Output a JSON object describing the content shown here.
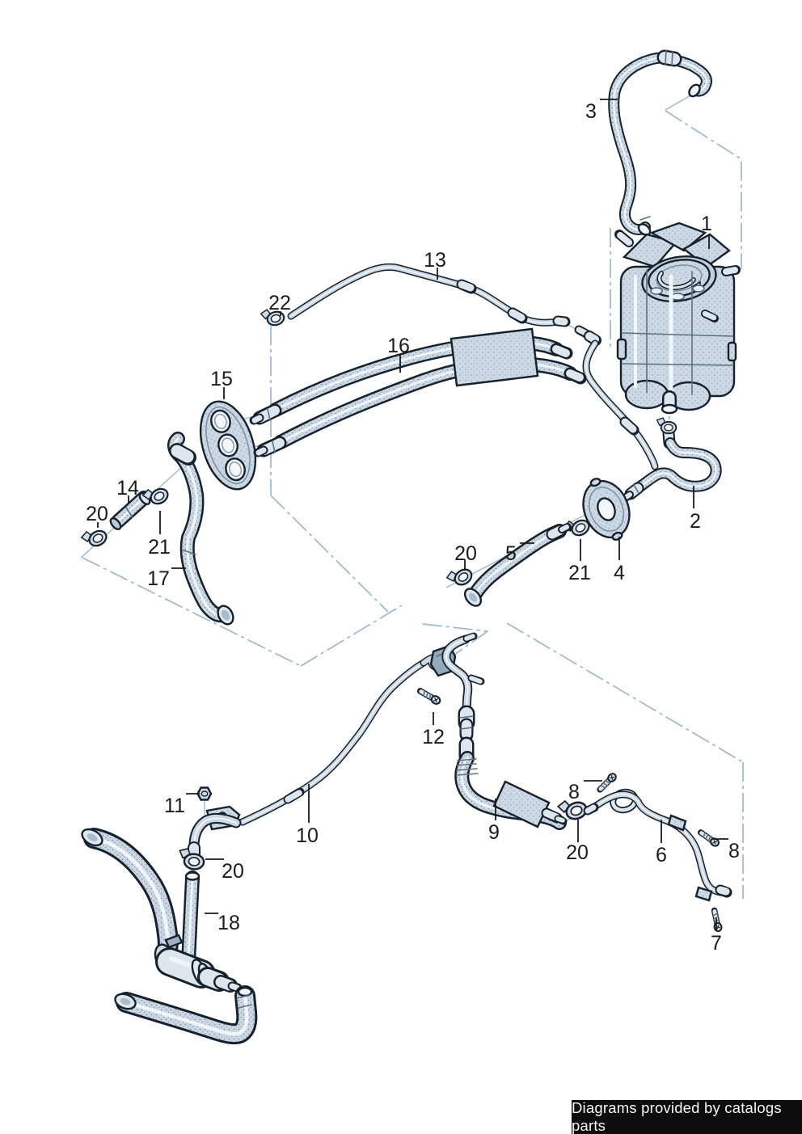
{
  "diagram": {
    "type": "exploded-parts-diagram",
    "subject": "coolant expansion tank and hose system",
    "background": "#ffffff",
    "colors": {
      "line_art_outline": "#15222e",
      "part_fill": "#ccd8e3",
      "metal_fill": "#dde5ed",
      "highlight": "#f0f5f9",
      "construction_line": "#9db8cd",
      "label_text": "#1b1b1b",
      "footer_bg": "#0d0d0d",
      "footer_text": "#f5f5f5"
    },
    "labels": [
      {
        "text": "1"
      },
      {
        "text": "2"
      },
      {
        "text": "3"
      },
      {
        "text": "4"
      },
      {
        "text": "5"
      },
      {
        "text": "6"
      },
      {
        "text": "7"
      },
      {
        "text": "8"
      },
      {
        "text": "8"
      },
      {
        "text": "9"
      },
      {
        "text": "10"
      },
      {
        "text": "11"
      },
      {
        "text": "12"
      },
      {
        "text": "13"
      },
      {
        "text": "14"
      },
      {
        "text": "15"
      },
      {
        "text": "16"
      },
      {
        "text": "17"
      },
      {
        "text": "18"
      },
      {
        "text": "20"
      },
      {
        "text": "20"
      },
      {
        "text": "20"
      },
      {
        "text": "20"
      },
      {
        "text": "21"
      },
      {
        "text": "21"
      },
      {
        "text": "22"
      }
    ],
    "footer": {
      "text": "Diagrams provided by catalogs parts"
    }
  }
}
